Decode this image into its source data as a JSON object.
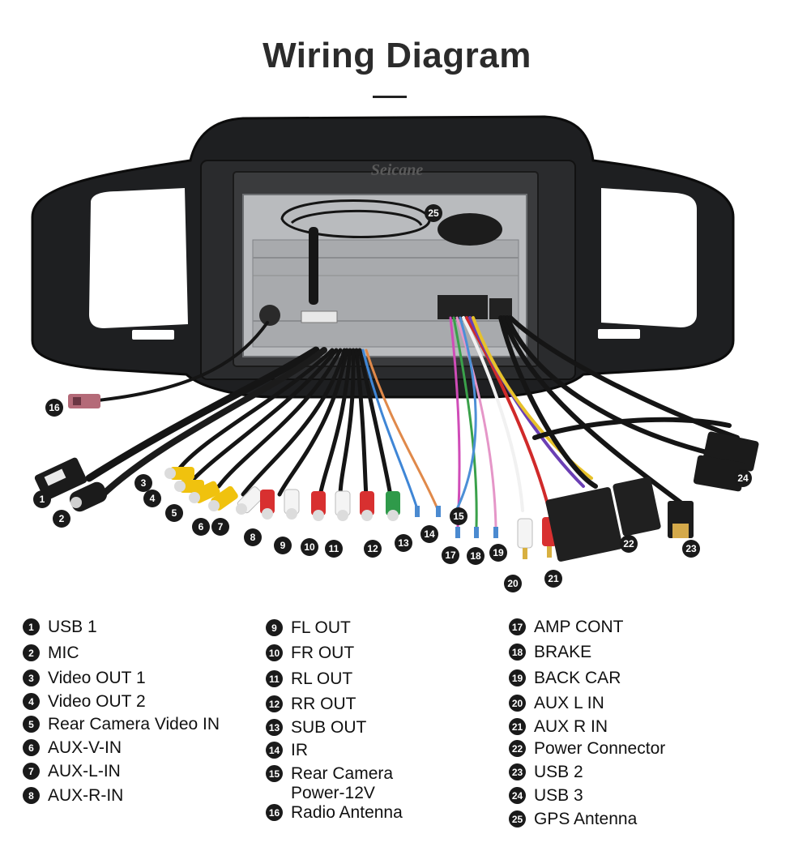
{
  "title": "Wiring Diagram",
  "brand": "Seicane",
  "legend": [
    {
      "num": "1",
      "label": "USB 1"
    },
    {
      "num": "2",
      "label": "MIC"
    },
    {
      "num": "3",
      "label": "Video OUT 1"
    },
    {
      "num": "4",
      "label": "Video OUT 2"
    },
    {
      "num": "5",
      "label": "Rear Camera Video IN"
    },
    {
      "num": "6",
      "label": "AUX-V-IN"
    },
    {
      "num": "7",
      "label": "AUX-L-IN"
    },
    {
      "num": "8",
      "label": "AUX-R-IN"
    },
    {
      "num": "9",
      "label": "FL OUT"
    },
    {
      "num": "10",
      "label": "FR OUT"
    },
    {
      "num": "11",
      "label": "RL OUT"
    },
    {
      "num": "12",
      "label": "RR OUT"
    },
    {
      "num": "13",
      "label": "SUB OUT"
    },
    {
      "num": "14",
      "label": "IR"
    },
    {
      "num": "15",
      "label": "Rear Camera\nPower-12V"
    },
    {
      "num": "16",
      "label": "Radio Antenna"
    },
    {
      "num": "17",
      "label": "AMP CONT"
    },
    {
      "num": "18",
      "label": "BRAKE"
    },
    {
      "num": "19",
      "label": "BACK CAR"
    },
    {
      "num": "20",
      "label": "AUX L IN"
    },
    {
      "num": "21",
      "label": "AUX R IN"
    },
    {
      "num": "22",
      "label": "Power Connector"
    },
    {
      "num": "23",
      "label": "USB 2"
    },
    {
      "num": "24",
      "label": "USB 3"
    },
    {
      "num": "25",
      "label": "GPS Antenna"
    }
  ]
}
